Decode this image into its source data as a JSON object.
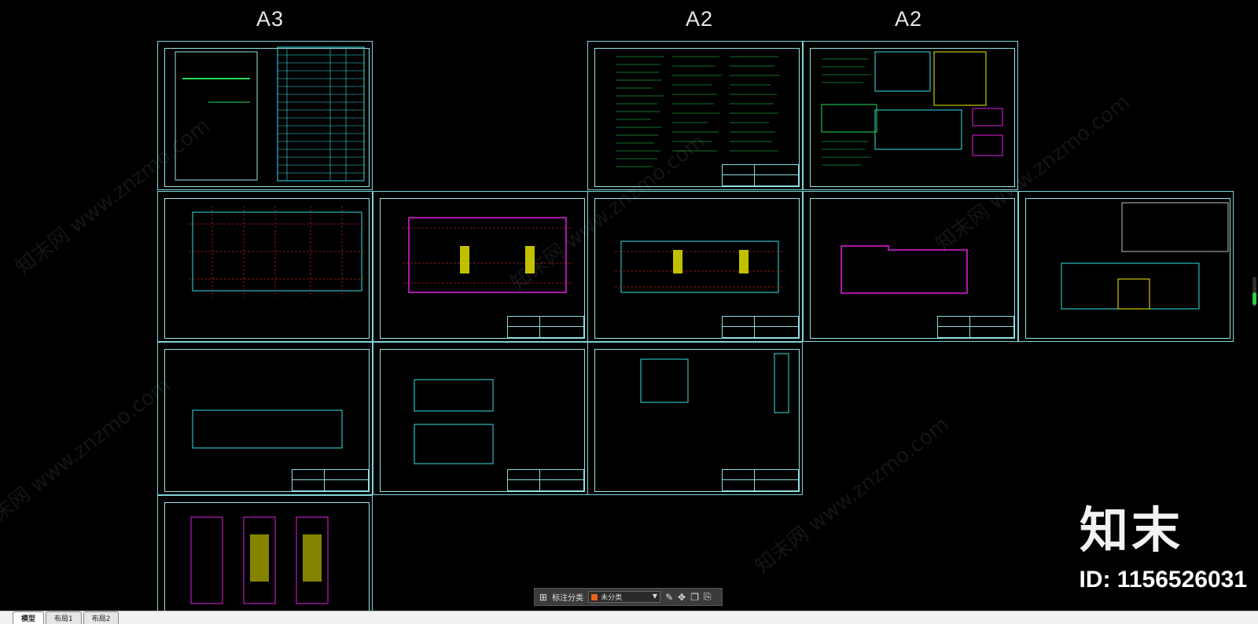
{
  "drawing": {
    "sheet_size_labels": [
      "A3",
      "A2",
      "A2"
    ]
  },
  "toolbar": {
    "label": "标注分类",
    "category_value": "未分类",
    "category_color": "#e8641c"
  },
  "layout_tabs": [
    "模型",
    "布局1",
    "布局2"
  ],
  "branding": {
    "logo": "知末",
    "id_text": "ID: 1156526031",
    "watermark": "知末网 www.znzmo.com"
  },
  "colors": {
    "background": "#000000",
    "sheet_border": "#7fd3d8",
    "cad_cyan": "#33e0e6",
    "cad_green": "#22dd55",
    "cad_yellow": "#f0f000",
    "cad_magenta": "#e020e0",
    "cad_red": "#ff3030"
  }
}
